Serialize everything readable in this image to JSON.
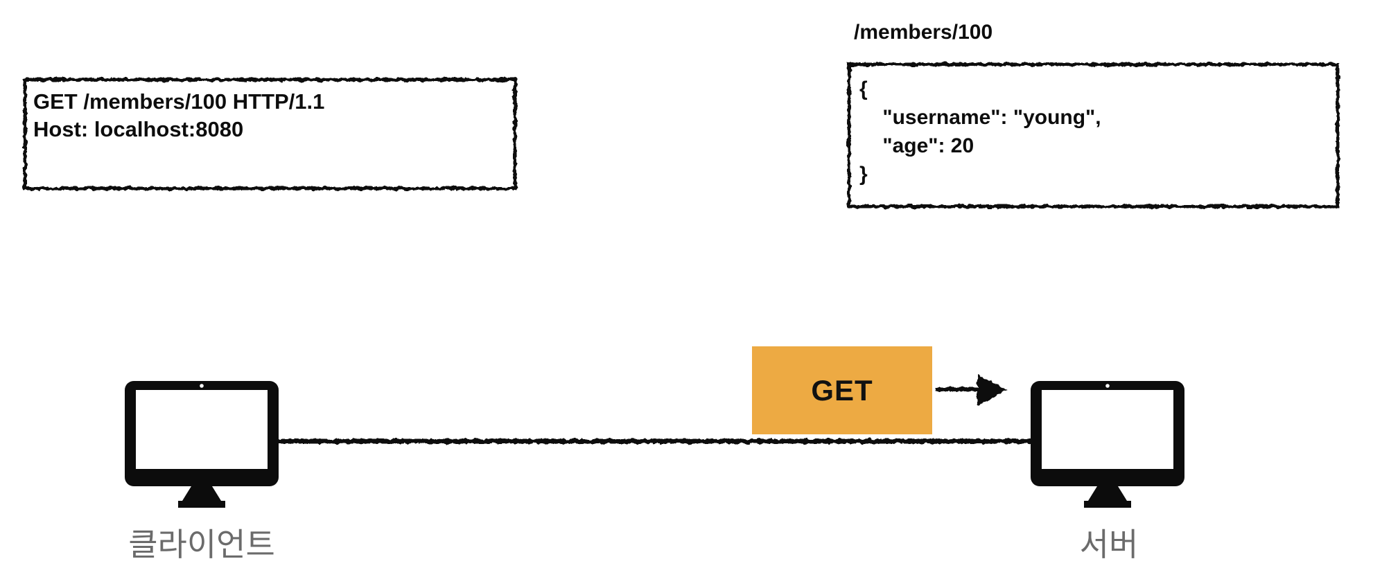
{
  "request_message_box": {
    "start_line": "GET /members/100 HTTP/1.1",
    "host_header": "Host: localhost:8080"
  },
  "response_resource": {
    "path_label": "/members/100",
    "json_body": "{\n    \"username\": \"young\",\n    \"age\": 20\n}"
  },
  "transfer": {
    "method_label": "GET"
  },
  "client": {
    "label": "클라이언트"
  },
  "server": {
    "label": "서버"
  },
  "colors": {
    "method_box_bg": "#EDAA43",
    "node_label_text": "#6B6B6B",
    "ink": "#0D0D0D"
  }
}
